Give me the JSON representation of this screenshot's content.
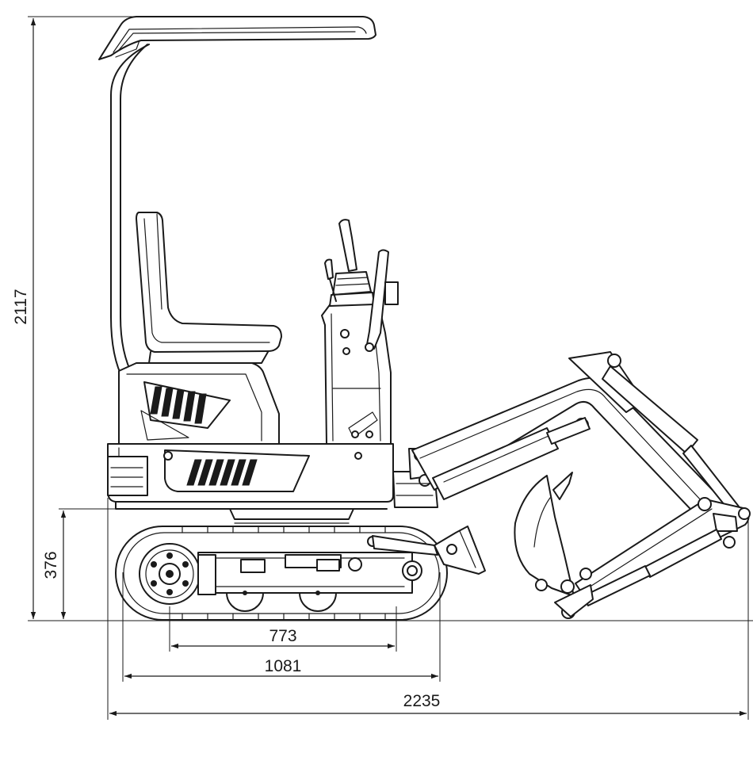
{
  "dimensions": {
    "overall_height": "2117",
    "ground_clearance": "376",
    "wheelbase": "773",
    "track_length": "1081",
    "overall_length": "2235"
  },
  "colors": {
    "line": "#1a1a1a",
    "background": "#ffffff"
  }
}
